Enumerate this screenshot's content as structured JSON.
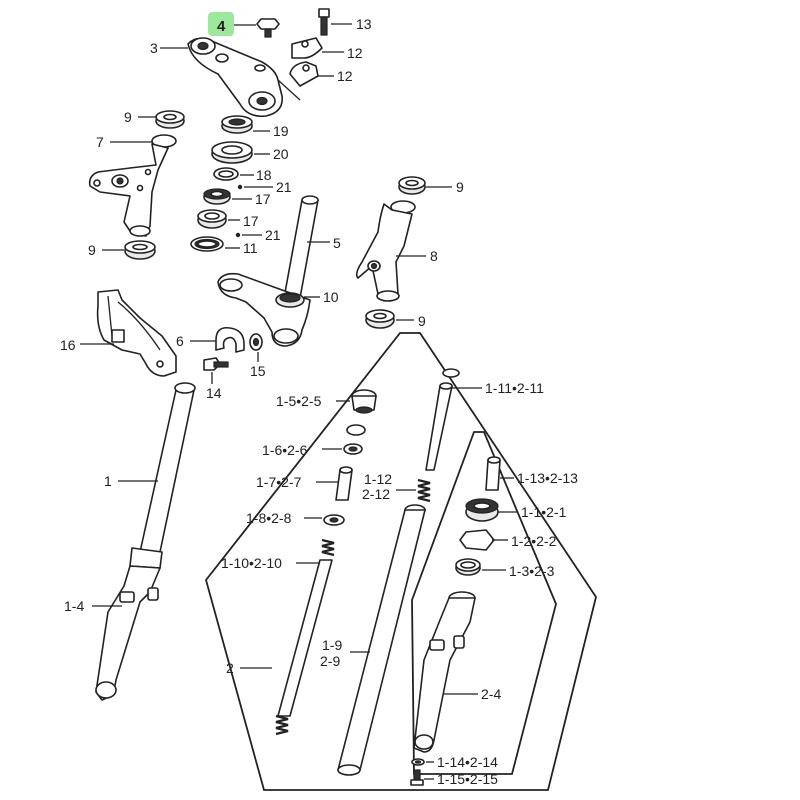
{
  "diagram": {
    "highlighted_label": "4",
    "highlight_color": "#9ee89b",
    "line_color": "#222222",
    "labels": {
      "l3": "3",
      "l13": "13",
      "l12a": "12",
      "l12b": "12",
      "l9a": "9",
      "l19": "19",
      "l7": "7",
      "l20": "20",
      "l18": "18",
      "l21a": "21",
      "l17a": "17",
      "l9b": "9",
      "l17b": "17",
      "l21b": "21",
      "l9c": "9",
      "l11": "11",
      "l5": "5",
      "l8": "8",
      "l10": "10",
      "l9d": "9",
      "l16": "16",
      "l6": "6",
      "l15": "15",
      "l14": "14",
      "l1_11": "1-11•2-11",
      "l1_5": "1-5•2-5",
      "l1_6": "1-6•2-6",
      "l1_7": "1-7•2-7",
      "l1_12a": "1-12",
      "l1_12b": "2-12",
      "l1_13": "1-13•2-13",
      "l1_1": "1-1•2-1",
      "l1_2": "1-2•2-2",
      "l1_3": "1-3•2-3",
      "l1_8": "1-8•2-8",
      "l1_10": "1-10•2-10",
      "l1": "1",
      "l1_4": "1-4",
      "l1_9a": "1-9",
      "l1_9b": "2-9",
      "l2": "2",
      "l2_4": "2-4",
      "l1_14": "1-14•2-14",
      "l1_15": "1-15•2-15"
    }
  }
}
